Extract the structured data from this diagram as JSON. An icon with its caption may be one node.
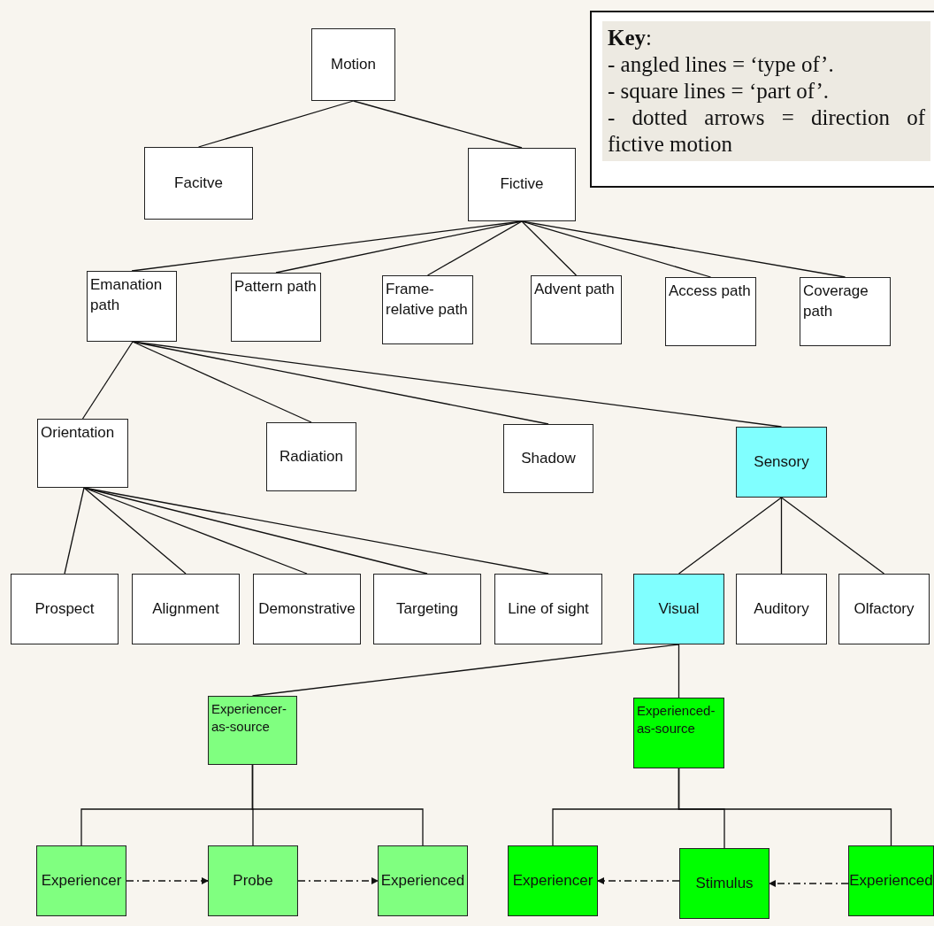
{
  "diagram": {
    "nodes": [
      {
        "text": [
          "Motion"
        ]
      },
      {
        "text": [
          "Facitve"
        ]
      },
      {
        "text": [
          "Fictive"
        ]
      },
      {
        "text": [
          "Emanation path"
        ]
      },
      {
        "text": [
          "Pattern path"
        ]
      },
      {
        "text": [
          "Frame-relative path"
        ]
      },
      {
        "text": [
          "Advent path"
        ]
      },
      {
        "text": [
          "Access path"
        ]
      },
      {
        "text": [
          "Coverage path"
        ]
      },
      {
        "text": [
          "Orientation"
        ]
      },
      {
        "text": [
          "Radiation"
        ]
      },
      {
        "text": [
          "Shadow"
        ]
      },
      {
        "text": [
          "Sensory"
        ]
      },
      {
        "text": [
          "Prospect"
        ]
      },
      {
        "text": [
          "Alignment"
        ]
      },
      {
        "text": [
          "Demonstrative"
        ]
      },
      {
        "text": [
          "Targeting"
        ]
      },
      {
        "text": [
          "Line of sight"
        ]
      },
      {
        "text": [
          "Visual"
        ]
      },
      {
        "text": [
          "Auditory"
        ]
      },
      {
        "text": [
          "Olfactory"
        ]
      },
      {
        "text": [
          "Experiencer-as-source"
        ]
      },
      {
        "text": [
          "Experienced-as-source"
        ]
      },
      {
        "text": [
          "Experiencer"
        ]
      },
      {
        "text": [
          "Probe"
        ]
      },
      {
        "text": [
          "Experienced"
        ]
      },
      {
        "text": [
          "Experiencer"
        ]
      },
      {
        "text": [
          "Stimulus"
        ]
      },
      {
        "text": [
          "Experienced"
        ]
      }
    ],
    "edges": [
      {
        "from": 0,
        "to": 1,
        "arrow": "none"
      },
      {
        "from": 0,
        "to": 2,
        "arrow": "none"
      },
      {
        "from": 2,
        "to": 3,
        "arrow": "none"
      },
      {
        "from": 2,
        "to": 4,
        "arrow": "none"
      },
      {
        "from": 2,
        "to": 5,
        "arrow": "none"
      },
      {
        "from": 2,
        "to": 6,
        "arrow": "none"
      },
      {
        "from": 2,
        "to": 7,
        "arrow": "none"
      },
      {
        "from": 2,
        "to": 8,
        "arrow": "none"
      },
      {
        "from": 3,
        "to": 9,
        "arrow": "none"
      },
      {
        "from": 3,
        "to": 10,
        "arrow": "none"
      },
      {
        "from": 3,
        "to": 11,
        "arrow": "none"
      },
      {
        "from": 3,
        "to": 12,
        "arrow": "none"
      },
      {
        "from": 9,
        "to": 13,
        "arrow": "none"
      },
      {
        "from": 9,
        "to": 14,
        "arrow": "none"
      },
      {
        "from": 9,
        "to": 15,
        "arrow": "none"
      },
      {
        "from": 9,
        "to": 16,
        "arrow": "none"
      },
      {
        "from": 9,
        "to": 17,
        "arrow": "none"
      },
      {
        "from": 12,
        "to": 18,
        "arrow": "none"
      },
      {
        "from": 12,
        "to": 19,
        "arrow": "none"
      },
      {
        "from": 12,
        "to": 20,
        "arrow": "none"
      },
      {
        "from": 18,
        "to": 21,
        "arrow": "none"
      },
      {
        "from": 18,
        "to": 22,
        "arrow": "none"
      },
      {
        "from": 21,
        "to": 23,
        "arrow": "none"
      },
      {
        "from": 21,
        "to": 24,
        "arrow": "none"
      },
      {
        "from": 21,
        "to": 25,
        "arrow": "none"
      },
      {
        "from": 22,
        "to": 26,
        "arrow": "none"
      },
      {
        "from": 22,
        "to": 27,
        "arrow": "none"
      },
      {
        "from": 22,
        "to": 28,
        "arrow": "none"
      },
      {
        "from": 23,
        "to": 24,
        "arrow": "to",
        "style": "dashed"
      },
      {
        "from": 24,
        "to": 25,
        "arrow": "to",
        "style": "dashed"
      },
      {
        "from": 27,
        "to": 26,
        "arrow": "to",
        "style": "dashed"
      },
      {
        "from": 28,
        "to": 27,
        "arrow": "to",
        "style": "dashed"
      }
    ],
    "labels": [
      "**Key**:",
      "- angled lines = ‘type of’.",
      "- square lines = ‘part of’.",
      "- dotted arrows = direction of fictive motion"
    ]
  }
}
